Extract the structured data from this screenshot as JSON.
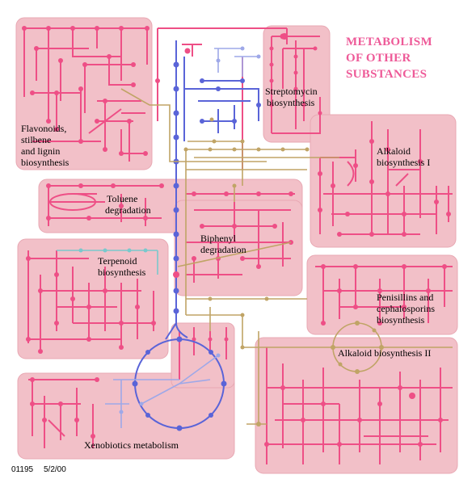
{
  "title": {
    "line1": "METABOLISM",
    "line2": "OF OTHER",
    "line3": "SUBSTANCES"
  },
  "regions": {
    "flavonoids": [
      "Flavonoids,",
      "stilbene",
      "and lignin",
      "biosynthesis"
    ],
    "streptomycin": [
      "Streptomycin",
      "biosynthesis"
    ],
    "alkaloid1": [
      "Alkaloid",
      "biosynthesis I"
    ],
    "toluene": [
      "Toluene",
      "degradation"
    ],
    "biphenyl": [
      "Biphenyl",
      "degradation"
    ],
    "terpenoid": [
      "Terpenoid",
      "biosynthesis"
    ],
    "penicillins": [
      "Penisillins and",
      "cephalosporins",
      "biosynthesis"
    ],
    "alkaloid2": [
      "Alkaloid biosynthesis II"
    ],
    "xenobiotics": [
      "Xenobiotics metabolism"
    ]
  },
  "footer": {
    "map_id": "01195",
    "date": "5/2/00"
  },
  "colors": {
    "region_fill": "#f2c0c8",
    "title": "#ee5a98",
    "pathway_pink": "#ee4f86",
    "pathway_blue": "#5a64d8",
    "pathway_light_blue": "#9ea8e8",
    "pathway_olive": "#c0a466",
    "pathway_teal": "#7ac8cc"
  }
}
